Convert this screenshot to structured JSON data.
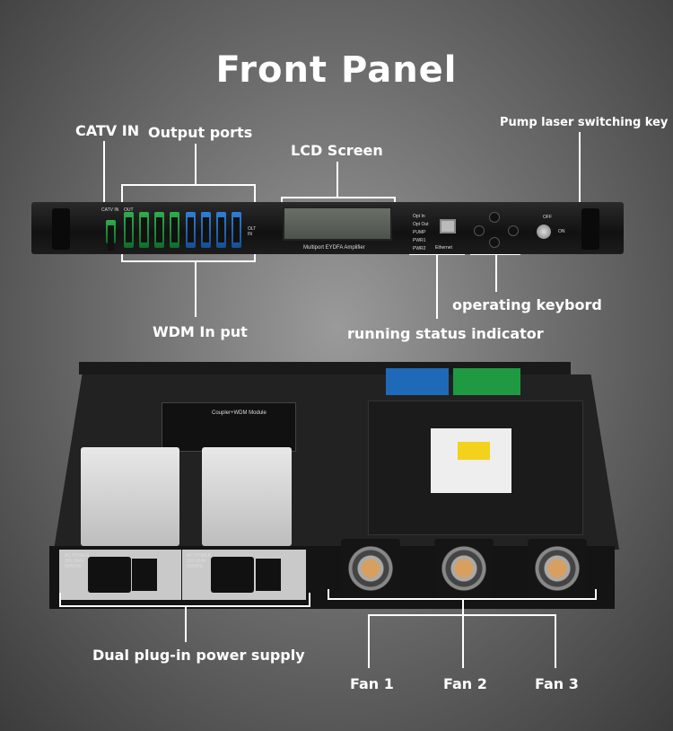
{
  "title": "Front Panel",
  "labels": {
    "catv_in": "CATV IN",
    "output_ports": "Output ports",
    "lcd_screen": "LCD Screen",
    "pump_key": "Pump laser switching key",
    "operating_keyboard": "operating keybord",
    "wdm_input": "WDM In put",
    "status_indicator": "running status indicator",
    "dual_power": "Dual plug-in power supply",
    "fan1": "Fan 1",
    "fan2": "Fan 2",
    "fan3": "Fan 3"
  },
  "panel_text": {
    "catv": "CATV IN",
    "out": "OUT",
    "olt": "OLT IN",
    "model": "Multiport EYDFA Amplifier",
    "leds": [
      "Opt In",
      "Opt Out",
      "PUMP",
      "PWR1",
      "PWR2"
    ],
    "ethernet": "Ethernet",
    "off": "OFF",
    "on": "ON"
  },
  "internal_text": {
    "module": "Coupler+WDM Module",
    "ac_power": "AC POWER",
    "voltage": "100-264V",
    "freq": "50/60Hz"
  },
  "colors": {
    "green_port": "#1f9a42",
    "blue_port": "#2468b8"
  }
}
